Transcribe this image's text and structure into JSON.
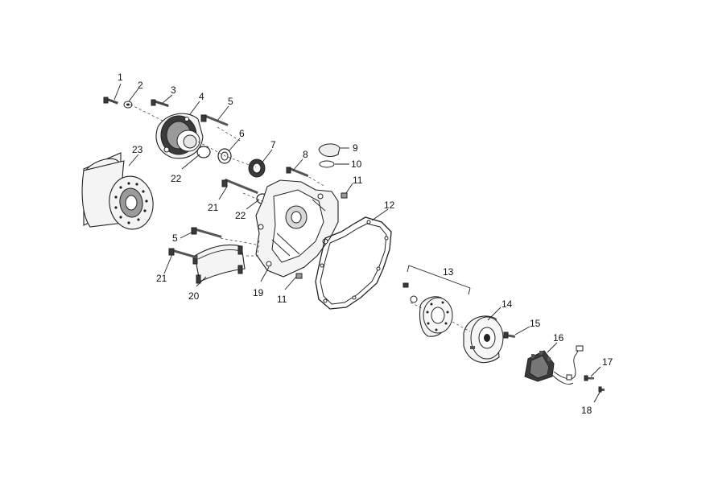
{
  "diagram": {
    "callouts": [
      {
        "id": "1",
        "text": "1"
      },
      {
        "id": "2",
        "text": "2"
      },
      {
        "id": "3",
        "text": "3"
      },
      {
        "id": "4",
        "text": "4"
      },
      {
        "id": "5a",
        "text": "5"
      },
      {
        "id": "5b",
        "text": "5"
      },
      {
        "id": "6",
        "text": "6"
      },
      {
        "id": "7",
        "text": "7"
      },
      {
        "id": "8",
        "text": "8"
      },
      {
        "id": "9",
        "text": "9"
      },
      {
        "id": "10",
        "text": "10"
      },
      {
        "id": "11a",
        "text": "11"
      },
      {
        "id": "11b",
        "text": "11"
      },
      {
        "id": "12",
        "text": "12"
      },
      {
        "id": "13",
        "text": "13"
      },
      {
        "id": "14",
        "text": "14"
      },
      {
        "id": "15",
        "text": "15"
      },
      {
        "id": "16",
        "text": "16"
      },
      {
        "id": "17",
        "text": "17"
      },
      {
        "id": "18",
        "text": "18"
      },
      {
        "id": "19",
        "text": "19"
      },
      {
        "id": "20",
        "text": "20"
      },
      {
        "id": "21a",
        "text": "21"
      },
      {
        "id": "21b",
        "text": "21"
      },
      {
        "id": "22a",
        "text": "22"
      },
      {
        "id": "22b",
        "text": "22"
      },
      {
        "id": "23",
        "text": "23"
      }
    ]
  }
}
